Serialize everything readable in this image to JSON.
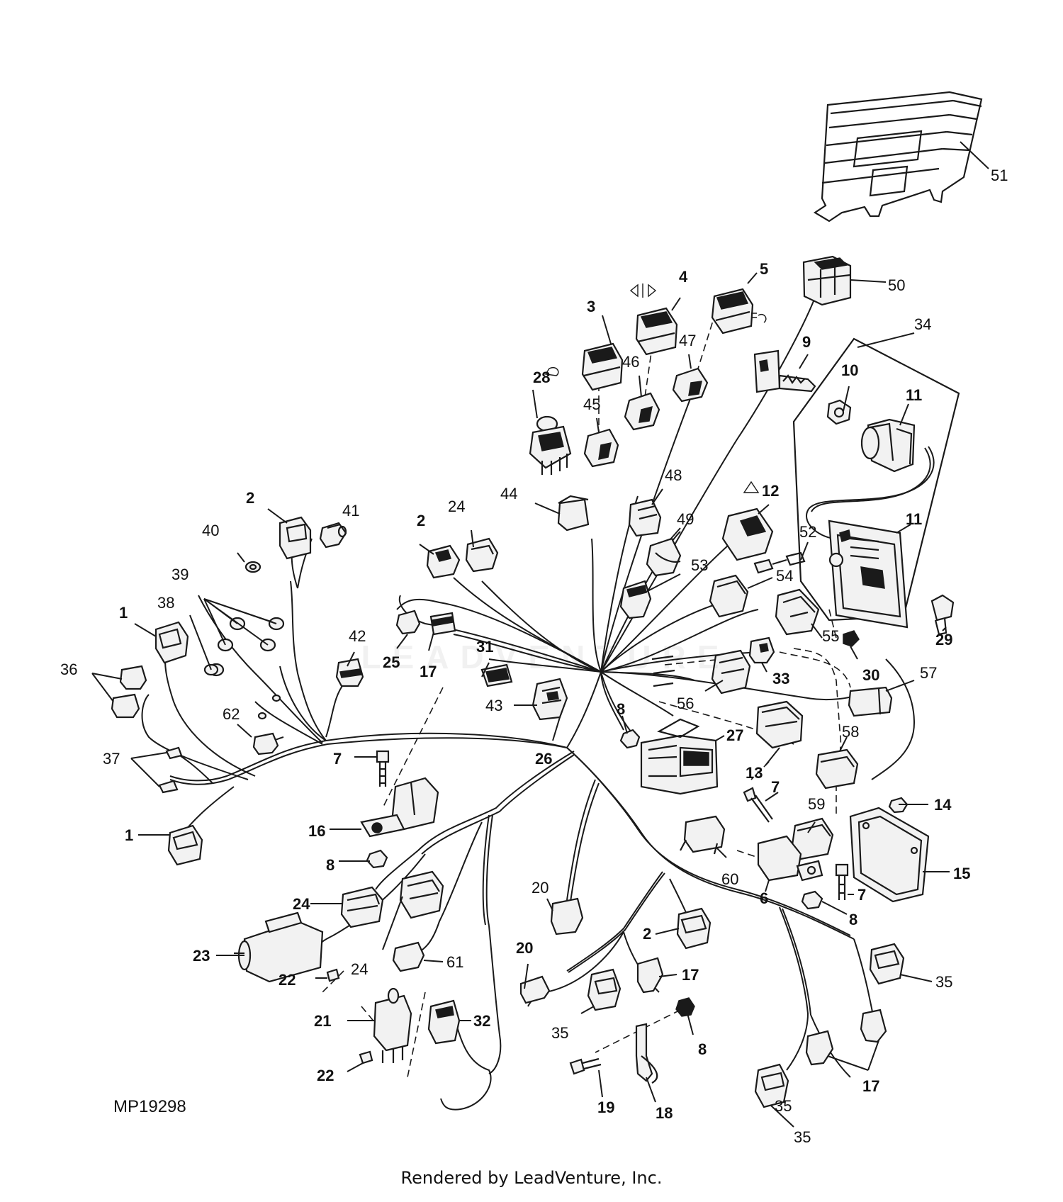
{
  "diagram": {
    "code": "MP19298",
    "credit": "Rendered by LeadVenture, Inc.",
    "watermark": "LEADVENTURE"
  },
  "callouts": [
    {
      "id": "c51",
      "text": "51",
      "bold": false
    },
    {
      "id": "c50",
      "text": "50",
      "bold": false
    },
    {
      "id": "c5",
      "text": "5",
      "bold": true
    },
    {
      "id": "c4",
      "text": "4",
      "bold": true
    },
    {
      "id": "c3",
      "text": "3",
      "bold": true
    },
    {
      "id": "c34",
      "text": "34",
      "bold": false
    },
    {
      "id": "c9",
      "text": "9",
      "bold": true
    },
    {
      "id": "c10",
      "text": "10",
      "bold": true
    },
    {
      "id": "c11a",
      "text": "11",
      "bold": true
    },
    {
      "id": "c47",
      "text": "47",
      "bold": false
    },
    {
      "id": "c46",
      "text": "46",
      "bold": false
    },
    {
      "id": "c28",
      "text": "28",
      "bold": true
    },
    {
      "id": "c45",
      "text": "45",
      "bold": false
    },
    {
      "id": "c44",
      "text": "44",
      "bold": false
    },
    {
      "id": "c48",
      "text": "48",
      "bold": false
    },
    {
      "id": "c12",
      "text": "12",
      "bold": true
    },
    {
      "id": "c49",
      "text": "49",
      "bold": false
    },
    {
      "id": "c52",
      "text": "52",
      "bold": false
    },
    {
      "id": "c11b",
      "text": "11",
      "bold": true
    },
    {
      "id": "c53",
      "text": "53",
      "bold": false
    },
    {
      "id": "c54",
      "text": "54",
      "bold": false
    },
    {
      "id": "c2a",
      "text": "2",
      "bold": true
    },
    {
      "id": "c24a",
      "text": "24",
      "bold": false
    },
    {
      "id": "c2b",
      "text": "2",
      "bold": true
    },
    {
      "id": "c41",
      "text": "41",
      "bold": false
    },
    {
      "id": "c40",
      "text": "40",
      "bold": false
    },
    {
      "id": "c39",
      "text": "39",
      "bold": false
    },
    {
      "id": "c38",
      "text": "38",
      "bold": false
    },
    {
      "id": "c1a",
      "text": "1",
      "bold": true
    },
    {
      "id": "c42",
      "text": "42",
      "bold": false
    },
    {
      "id": "c25",
      "text": "25",
      "bold": true
    },
    {
      "id": "c17a",
      "text": "17",
      "bold": true
    },
    {
      "id": "c31",
      "text": "31",
      "bold": true
    },
    {
      "id": "c55",
      "text": "55",
      "bold": false
    },
    {
      "id": "c29",
      "text": "29",
      "bold": true
    },
    {
      "id": "c33",
      "text": "33",
      "bold": true
    },
    {
      "id": "c30",
      "text": "30",
      "bold": true
    },
    {
      "id": "c57",
      "text": "57",
      "bold": false
    },
    {
      "id": "c36",
      "text": "36",
      "bold": false
    },
    {
      "id": "c62",
      "text": "62",
      "bold": false
    },
    {
      "id": "c43",
      "text": "43",
      "bold": false
    },
    {
      "id": "c56",
      "text": "56",
      "bold": false
    },
    {
      "id": "c8a",
      "text": "8",
      "bold": true
    },
    {
      "id": "c27",
      "text": "27",
      "bold": true
    },
    {
      "id": "c26",
      "text": "26",
      "bold": true
    },
    {
      "id": "c13",
      "text": "13",
      "bold": true
    },
    {
      "id": "c58",
      "text": "58",
      "bold": false
    },
    {
      "id": "c37",
      "text": "37",
      "bold": false
    },
    {
      "id": "c7a",
      "text": "7",
      "bold": true
    },
    {
      "id": "c7b",
      "text": "7",
      "bold": true
    },
    {
      "id": "c14",
      "text": "14",
      "bold": true
    },
    {
      "id": "c1b",
      "text": "1",
      "bold": true
    },
    {
      "id": "c16",
      "text": "16",
      "bold": true
    },
    {
      "id": "c59",
      "text": "59",
      "bold": false
    },
    {
      "id": "c15",
      "text": "15",
      "bold": true
    },
    {
      "id": "c8b",
      "text": "8",
      "bold": true
    },
    {
      "id": "c60",
      "text": "60",
      "bold": false
    },
    {
      "id": "c6",
      "text": "6",
      "bold": true
    },
    {
      "id": "c7c",
      "text": "7",
      "bold": true
    },
    {
      "id": "c8c",
      "text": "8",
      "bold": true
    },
    {
      "id": "c24b",
      "text": "24",
      "bold": true
    },
    {
      "id": "c20a",
      "text": "20",
      "bold": false
    },
    {
      "id": "c23",
      "text": "23",
      "bold": true
    },
    {
      "id": "c24c",
      "text": "24",
      "bold": false
    },
    {
      "id": "c61",
      "text": "61",
      "bold": false
    },
    {
      "id": "c20b",
      "text": "20",
      "bold": true
    },
    {
      "id": "c2c",
      "text": "2",
      "bold": true
    },
    {
      "id": "c17b",
      "text": "17",
      "bold": true
    },
    {
      "id": "c35a",
      "text": "35",
      "bold": false
    },
    {
      "id": "c22a",
      "text": "22",
      "bold": true
    },
    {
      "id": "c21",
      "text": "21",
      "bold": true
    },
    {
      "id": "c32",
      "text": "32",
      "bold": true
    },
    {
      "id": "c35b",
      "text": "35",
      "bold": false
    },
    {
      "id": "c8d",
      "text": "8",
      "bold": true
    },
    {
      "id": "c22b",
      "text": "22",
      "bold": true
    },
    {
      "id": "c19",
      "text": "19",
      "bold": true
    },
    {
      "id": "c18",
      "text": "18",
      "bold": true
    },
    {
      "id": "c35c",
      "text": "35",
      "bold": false
    },
    {
      "id": "c17c",
      "text": "17",
      "bold": true
    },
    {
      "id": "c35d",
      "text": "35",
      "bold": false
    }
  ]
}
